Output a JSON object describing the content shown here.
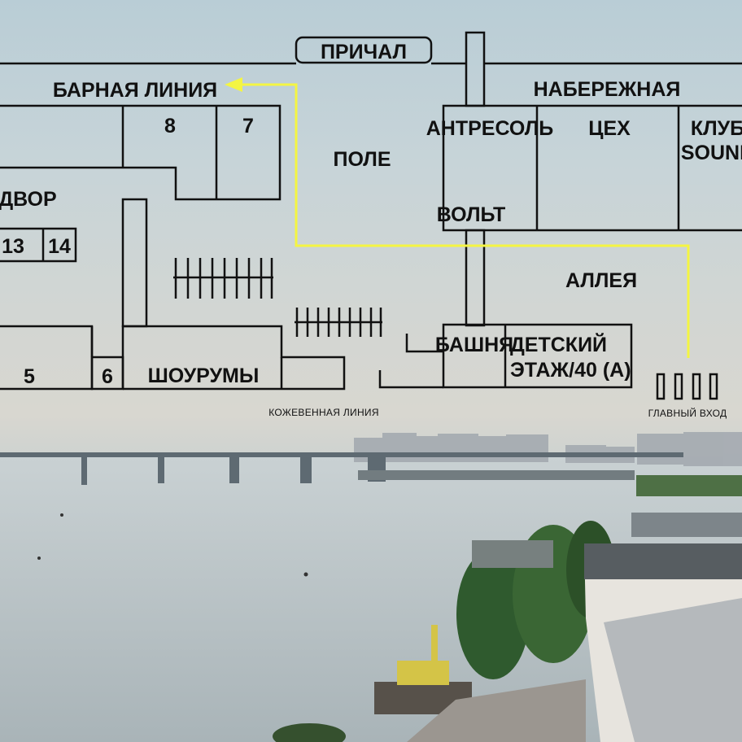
{
  "map": {
    "labels": {
      "pier": "ПРИЧАЛ",
      "bar_line": "БАРНАЯ ЛИНИЯ",
      "embankment": "НАБЕРЕЖНАЯ",
      "zone_8": "8",
      "zone_7": "7",
      "field": "ПОЛЕ",
      "mezzanine": "АНТРЕСОЛЬ",
      "workshop": "ЦЕХ",
      "club_1": "КЛУБ",
      "club_2": "SOUND",
      "volt": "ВОЛЬТ",
      "yard": "ДВОР",
      "zone_13": "13",
      "zone_14": "14",
      "alley": "АЛЛЕЯ",
      "tower": "БАШНЯ",
      "kids_1": "ДЕТСКИЙ",
      "kids_2": "ЭТАЖ/40 (А)",
      "zone_5": "5",
      "zone_6": "6",
      "showrooms": "ШОУРУМЫ",
      "leather_line": "КОЖЕВЕННАЯ ЛИНИЯ",
      "main_entrance": "ГЛАВНЫЙ ВХОД"
    },
    "route_color": "#f4f542",
    "line_color": "#111111"
  }
}
